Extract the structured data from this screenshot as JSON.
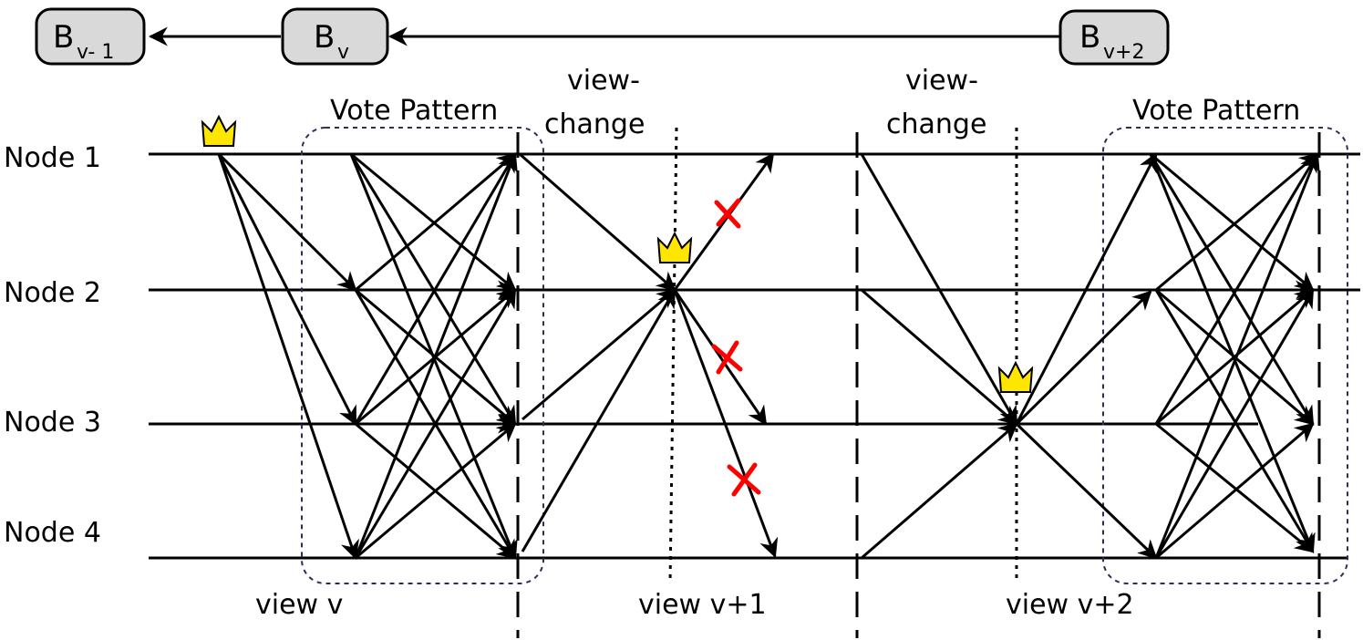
{
  "nodes": [
    "Node 1",
    "Node 2",
    "Node 3",
    "Node 4"
  ],
  "blocks": [
    {
      "main": "B",
      "sub": "v- 1"
    },
    {
      "main": "B",
      "sub": "v"
    },
    {
      "main": "B",
      "sub": "v+2"
    }
  ],
  "vote_pattern_label": "Vote Pattern",
  "view_change_label": [
    "view-",
    "change"
  ],
  "view_labels": [
    "view v",
    "view v+1",
    "view v+2"
  ],
  "icons": {
    "leader": "crown-icon",
    "failed_message": "red-cross-icon"
  },
  "colors": {
    "block_fill": "#d9d9d9",
    "crown": "#ffe600",
    "cross": "#ff0000",
    "vote_box": "#2a2f55"
  }
}
